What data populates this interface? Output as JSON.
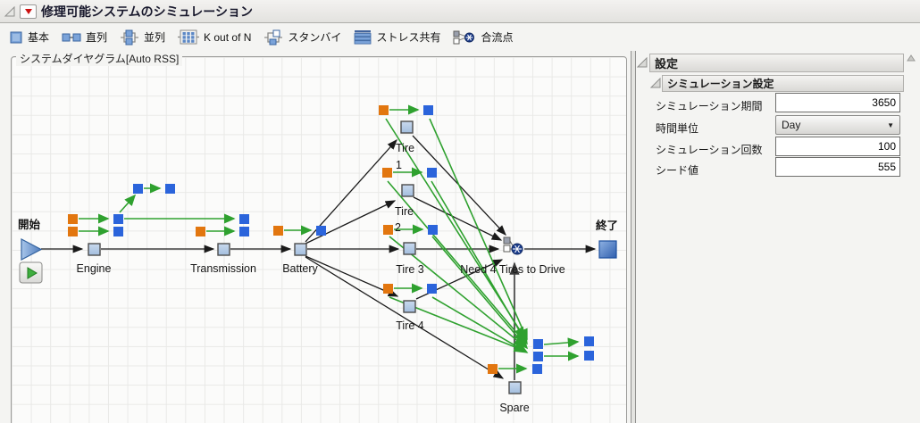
{
  "window": {
    "title": "修理可能システムのシミュレーション"
  },
  "toolbar": {
    "items": [
      {
        "id": "basic",
        "label": "基本"
      },
      {
        "id": "series",
        "label": "直列"
      },
      {
        "id": "parallel",
        "label": "並列"
      },
      {
        "id": "k-out-of-n",
        "label": "K out of N"
      },
      {
        "id": "standby",
        "label": "スタンバイ"
      },
      {
        "id": "stress-sharing",
        "label": "ストレス共有"
      },
      {
        "id": "junction",
        "label": "合流点"
      }
    ]
  },
  "diagram": {
    "legend": "システムダイヤグラム[Auto RSS]",
    "nodes": {
      "start": "開始",
      "engine": "Engine",
      "transmission": "Transmission",
      "battery": "Battery",
      "tire1_l1": "Tire",
      "tire1_l2": "1",
      "tire2_l1": "Tire",
      "tire2_l2": "2",
      "tire3": "Tire 3",
      "tire4": "Tire 4",
      "junction": "Need 4 Tires to Drive",
      "spare": "Spare",
      "end": "終了"
    }
  },
  "settings": {
    "panel_title": "設定",
    "section_title": "シミュレーション設定",
    "fields": [
      {
        "label": "シミュレーション期間",
        "value": "3650"
      },
      {
        "label": "時間単位",
        "value": "Day"
      },
      {
        "label": "シミュレーション回数",
        "value": "100"
      },
      {
        "label": "シード値",
        "value": "555"
      }
    ]
  },
  "colors": {
    "event_orange": "#E2760F",
    "event_blue": "#2B64DB",
    "event_green": "#2FA12F",
    "node_fill": "#B7CCE8",
    "line_black": "#1A1A1A",
    "junction_navy": "#1B3C8C",
    "menu_red": "#CC1111"
  }
}
